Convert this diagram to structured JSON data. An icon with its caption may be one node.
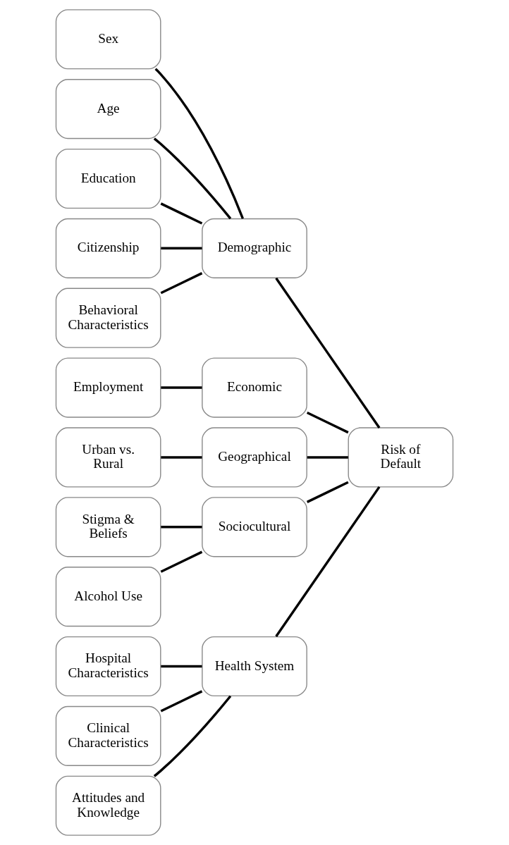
{
  "diagram": {
    "nodes": [
      {
        "text": [
          "Sex"
        ]
      },
      {
        "text": [
          "Age"
        ]
      },
      {
        "text": [
          "Education"
        ]
      },
      {
        "text": [
          "Citizenship"
        ]
      },
      {
        "text": [
          "Behavioral Characteristics"
        ]
      },
      {
        "text": [
          "Demographic"
        ]
      },
      {
        "text": [
          "Employment"
        ]
      },
      {
        "text": [
          "Economic"
        ]
      },
      {
        "text": [
          "Urban vs. Rural"
        ]
      },
      {
        "text": [
          "Geographical"
        ]
      },
      {
        "text": [
          "Stigma & Beliefs"
        ]
      },
      {
        "text": [
          "Alcohol Use"
        ]
      },
      {
        "text": [
          "Sociocultural"
        ]
      },
      {
        "text": [
          "Hospital Characteristics"
        ]
      },
      {
        "text": [
          "Clinical Characteristics"
        ]
      },
      {
        "text": [
          "Attitudes and Knowledge"
        ]
      },
      {
        "text": [
          "Health System"
        ]
      },
      {
        "text": [
          "Risk of Default"
        ]
      }
    ],
    "edges": [
      {
        "from": 0,
        "to": 5,
        "arrow": "none"
      },
      {
        "from": 1,
        "to": 5,
        "arrow": "none"
      },
      {
        "from": 2,
        "to": 5,
        "arrow": "none"
      },
      {
        "from": 3,
        "to": 5,
        "arrow": "none"
      },
      {
        "from": 4,
        "to": 5,
        "arrow": "none"
      },
      {
        "from": 6,
        "to": 7,
        "arrow": "none"
      },
      {
        "from": 8,
        "to": 9,
        "arrow": "none"
      },
      {
        "from": 10,
        "to": 12,
        "arrow": "none"
      },
      {
        "from": 11,
        "to": 12,
        "arrow": "none"
      },
      {
        "from": 13,
        "to": 16,
        "arrow": "none"
      },
      {
        "from": 14,
        "to": 16,
        "arrow": "none"
      },
      {
        "from": 15,
        "to": 16,
        "arrow": "none"
      },
      {
        "from": 5,
        "to": 17,
        "arrow": "none"
      },
      {
        "from": 7,
        "to": 17,
        "arrow": "none"
      },
      {
        "from": 9,
        "to": 17,
        "arrow": "none"
      },
      {
        "from": 12,
        "to": 17,
        "arrow": "none"
      },
      {
        "from": 16,
        "to": 17,
        "arrow": "none"
      }
    ]
  }
}
